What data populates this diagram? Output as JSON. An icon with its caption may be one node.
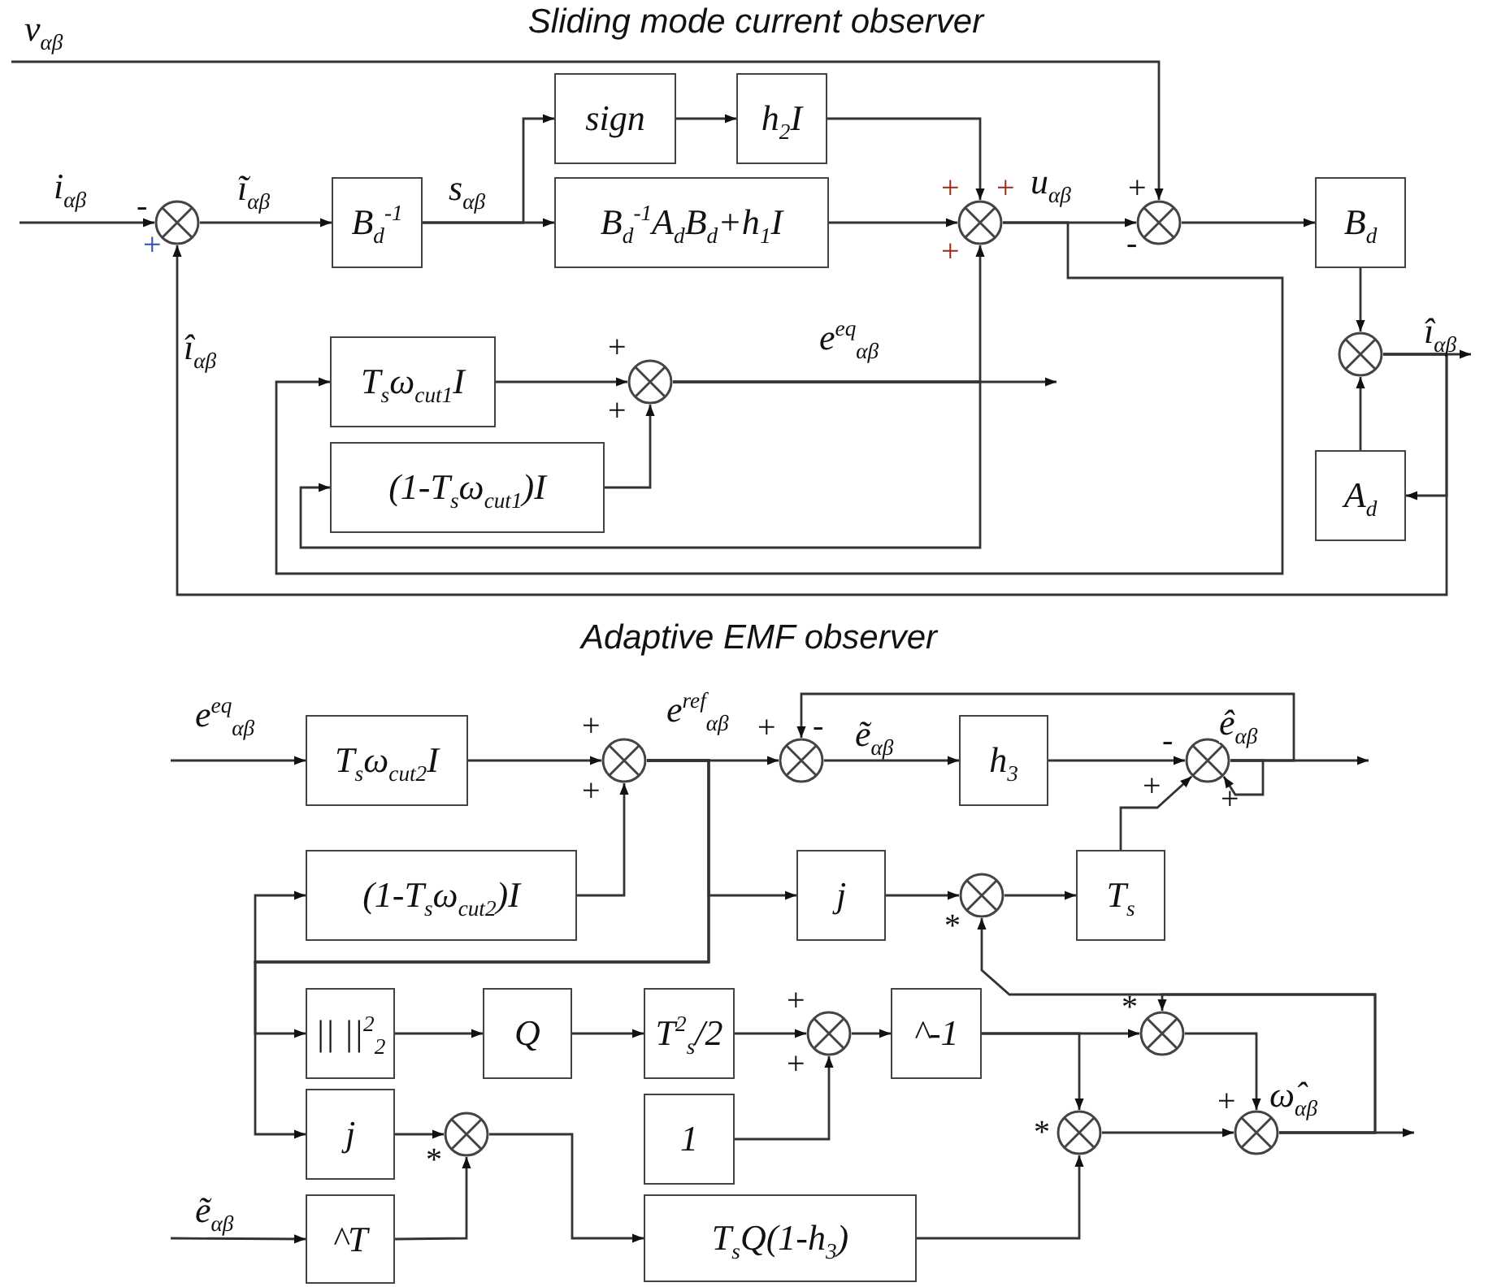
{
  "diagram": {
    "title": "Sliding mode current observer",
    "nodes": [
      {
        "text": [],
        "shape": "circle"
      },
      {
        "text": [
          "B$_{d}$$^{-1}$"
        ]
      },
      {
        "text": [
          "sign"
        ]
      },
      {
        "text": [
          "h$_{2}$I"
        ]
      },
      {
        "text": [
          "B$_{d}$$^{-1}$A$_{d}$B$_{d}$+h$_{1}$I"
        ]
      },
      {
        "text": [],
        "shape": "circle"
      },
      {
        "text": [],
        "shape": "circle"
      },
      {
        "text": [
          "B$_{d}$"
        ]
      },
      {
        "text": [
          "T$_{s}$ω$_{cut1}$I"
        ]
      },
      {
        "text": [],
        "shape": "circle"
      },
      {
        "text": [
          "(1-T$_{s}$ω$_{cut1}$)I"
        ]
      },
      {
        "text": [],
        "shape": "circle"
      },
      {
        "text": [
          "A$_{d}$"
        ]
      },
      {
        "text": [
          "T$_{s}$ω$_{cut2}$I"
        ]
      },
      {
        "text": [],
        "shape": "circle"
      },
      {
        "text": [],
        "shape": "circle"
      },
      {
        "text": [
          "h$_{3}$"
        ]
      },
      {
        "text": [],
        "shape": "circle"
      },
      {
        "text": [
          "(1-T$_{s}$ω$_{cut2}$)I"
        ]
      },
      {
        "text": [
          "j"
        ]
      },
      {
        "text": [],
        "shape": "circle"
      },
      {
        "text": [
          "T$_{s}$"
        ]
      },
      {
        "text": [
          "|| ||$^{2}$$_{2}$"
        ]
      },
      {
        "text": [
          "Q"
        ]
      },
      {
        "text": [
          "T$^{2}$$_{s}$/2"
        ]
      },
      {
        "text": [],
        "shape": "circle"
      },
      {
        "text": [
          "^-1"
        ]
      },
      {
        "text": [],
        "shape": "circle"
      },
      {
        "text": [
          "j"
        ]
      },
      {
        "text": [],
        "shape": "circle"
      },
      {
        "text": [
          "1"
        ]
      },
      {
        "text": [],
        "shape": "circle"
      },
      {
        "text": [],
        "shape": "circle"
      },
      {
        "text": [
          "^T"
        ]
      },
      {
        "text": [
          "T$_{s}$Q(1-h$_{3}$)"
        ]
      }
    ],
    "edges": [
      {
        "from": null,
        "to": 0,
        "arrow": "to",
        "label": "i$_{αβ}$"
      },
      {
        "from": 0,
        "to": 1,
        "arrow": "to",
        "label": "ĩ$_{αβ}$"
      },
      {
        "from": 1,
        "to": 2,
        "arrow": "to"
      },
      {
        "from": 1,
        "to": 4,
        "arrow": "to",
        "label": "s$_{αβ}$"
      },
      {
        "from": 2,
        "to": 3,
        "arrow": "to"
      },
      {
        "from": 3,
        "to": 5,
        "arrow": "to"
      },
      {
        "from": 4,
        "to": 5,
        "arrow": "to"
      },
      {
        "from": 9,
        "to": 5,
        "arrow": "to"
      },
      {
        "from": 5,
        "to": 6,
        "arrow": "to",
        "label": "u$_{αβ}$"
      },
      {
        "from": null,
        "to": 6,
        "arrow": "to",
        "label": "v$_{αβ}$"
      },
      {
        "from": 5,
        "to": 8,
        "arrow": "to"
      },
      {
        "from": 6,
        "to": 7,
        "arrow": "to"
      },
      {
        "from": 7,
        "to": 11,
        "arrow": "to"
      },
      {
        "from": 12,
        "to": 11,
        "arrow": "to"
      },
      {
        "from": 11,
        "to": null,
        "arrow": "to",
        "label": "î$_{αβ}$"
      },
      {
        "from": 11,
        "to": 12,
        "arrow": "to"
      },
      {
        "from": 11,
        "to": 0,
        "arrow": "to",
        "label": "î$_{αβ}$"
      },
      {
        "from": 8,
        "to": 9,
        "arrow": "to"
      },
      {
        "from": 10,
        "to": 9,
        "arrow": "to"
      },
      {
        "from": 9,
        "to": null,
        "arrow": "to",
        "label": "e$^{eq}$$_{αβ}$"
      },
      {
        "from": 9,
        "to": 10,
        "arrow": "to"
      },
      {
        "from": null,
        "to": 13,
        "arrow": "to",
        "label": "e$^{eq}$$_{αβ}$"
      },
      {
        "from": 13,
        "to": 14,
        "arrow": "to"
      },
      {
        "from": 18,
        "to": 14,
        "arrow": "to"
      },
      {
        "from": 14,
        "to": 15,
        "arrow": "to",
        "label": "e$^{ref}$$_{αβ}$"
      },
      {
        "from": 14,
        "to": 18,
        "arrow": "to"
      },
      {
        "from": 14,
        "to": 22,
        "arrow": "to"
      },
      {
        "from": 14,
        "to": 28,
        "arrow": "to"
      },
      {
        "from": 14,
        "to": 19,
        "arrow": "to"
      },
      {
        "from": 15,
        "to": 16,
        "arrow": "to",
        "label": "ẽ$_{αβ}$"
      },
      {
        "from": 16,
        "to": 17,
        "arrow": "to"
      },
      {
        "from": 21,
        "to": 17,
        "arrow": "to"
      },
      {
        "from": 17,
        "to": 17,
        "arrow": "to"
      },
      {
        "from": 17,
        "to": 15,
        "arrow": "to"
      },
      {
        "from": 17,
        "to": null,
        "arrow": "to",
        "label": "ê$_{αβ}$"
      },
      {
        "from": 19,
        "to": 20,
        "arrow": "to"
      },
      {
        "from": 32,
        "to": 20,
        "arrow": "to"
      },
      {
        "from": 20,
        "to": 21,
        "arrow": "to"
      },
      {
        "from": 22,
        "to": 23,
        "arrow": "to"
      },
      {
        "from": 23,
        "to": 24,
        "arrow": "to"
      },
      {
        "from": 24,
        "to": 25,
        "arrow": "to"
      },
      {
        "from": 30,
        "to": 25,
        "arrow": "to"
      },
      {
        "from": 25,
        "to": 26,
        "arrow": "to"
      },
      {
        "from": 26,
        "to": 27,
        "arrow": "to"
      },
      {
        "from": 26,
        "to": 31,
        "arrow": "to"
      },
      {
        "from": 32,
        "to": 27,
        "arrow": "to"
      },
      {
        "from": 27,
        "to": 32,
        "arrow": "to"
      },
      {
        "from": 31,
        "to": 32,
        "arrow": "to"
      },
      {
        "from": 34,
        "to": 31,
        "arrow": "to"
      },
      {
        "from": 32,
        "to": null,
        "arrow": "to",
        "label": "ω̂$_{αβ}$"
      },
      {
        "from": 28,
        "to": 29,
        "arrow": "to"
      },
      {
        "from": null,
        "to": 33,
        "arrow": "to",
        "label": "ẽ$_{αβ}$"
      },
      {
        "from": 33,
        "to": 29,
        "arrow": "to"
      },
      {
        "from": 29,
        "to": 34,
        "arrow": "to"
      }
    ],
    "labels": [
      "Adaptive EMF observer",
      "-",
      "+",
      "+",
      "+",
      "+",
      "+",
      "-",
      "+",
      "+",
      "+",
      "+",
      "+",
      "-",
      "-",
      "+",
      "+",
      "*",
      "+",
      "+",
      "*",
      "*",
      "+",
      "*"
    ]
  }
}
